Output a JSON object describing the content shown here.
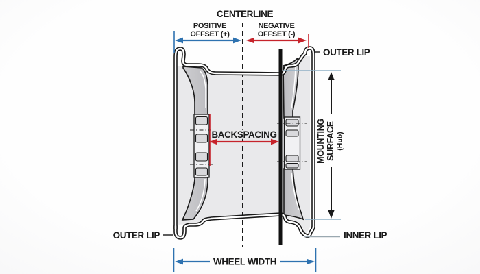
{
  "labels": {
    "centerline": "CENTERLINE",
    "positive_offset_line1": "POSITIVE",
    "positive_offset_line2": "OFFSET (+)",
    "negative_offset_line1": "NEGATIVE",
    "negative_offset_line2": "OFFSET (-)",
    "outer_lip_top": "OUTER LIP",
    "outer_lip_bottom": "OUTER LIP",
    "inner_lip": "INNER LIP",
    "backspacing": "BACKSPACING",
    "mounting_surface_line1": "MOUNTING",
    "mounting_surface_line2": "SURFACE",
    "mounting_surface_line3": "(Hub)",
    "wheel_width": "WHEEL WIDTH"
  },
  "colors": {
    "blue": "#2e72b0",
    "red": "#c6232b",
    "black": "#1a1a1a",
    "reference_line": "#8fb0c6",
    "pointer_gray": "#9aa8b0"
  }
}
